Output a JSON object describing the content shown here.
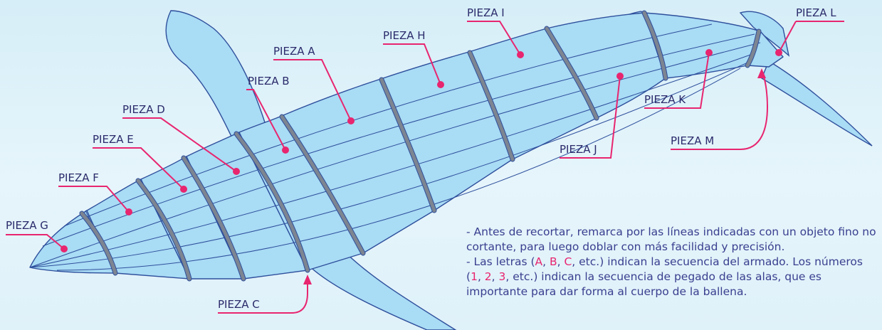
{
  "labels": {
    "a": "PIEZA A",
    "b": "PIEZA B",
    "c": "PIEZA C",
    "d": "PIEZA D",
    "e": "PIEZA E",
    "f": "PIEZA F",
    "g": "PIEZA G",
    "h": "PIEZA H",
    "i": "PIEZA I",
    "j": "PIEZA J",
    "k": "PIEZA K",
    "l": "PIEZA L",
    "m": "PIEZA M"
  },
  "notes": {
    "line1": "- Antes de recortar, remarca por las líneas indicadas con un objeto fino no cortante, para luego doblar con más facilidad y precisión.",
    "line2_a": "- Las letras (",
    "letter_a": "A",
    "sep1": ", ",
    "letter_b": "B",
    "sep2": ", ",
    "letter_c": "C",
    "line2_b": ", etc.) indican la secuencia del armado. Los números (",
    "num_1": "1",
    "sep3": ", ",
    "num_2": "2",
    "sep4": ", ",
    "num_3": "3",
    "line2_c": ", etc.) indican la secuencia de pegado de las alas, que es importante para dar forma al cuerpo de la ballena."
  },
  "colors": {
    "accent": "#e8256f",
    "body_fill": "#a9dcf5",
    "outline": "#2e4f9c",
    "ring": "#7d8591",
    "text": "#2b2b6b"
  }
}
